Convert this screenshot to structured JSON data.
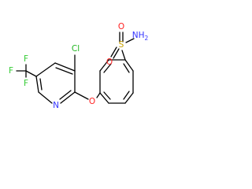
{
  "molecule": {
    "atoms": {
      "f_top": "F",
      "f_left": "F",
      "f_bottom": "F",
      "cl": "Cl",
      "n_ring": "N",
      "o_ether": "O",
      "s": "S",
      "o_top": "O",
      "o_bottom": "O",
      "nh2_n": "NH",
      "nh2_sub": "2"
    }
  },
  "colors": {
    "bond": "#000000",
    "fluorine": "#33cc33",
    "chlorine": "#1fb51f",
    "nitrogen": "#3333ff",
    "oxygen": "#ff2020",
    "sulfur": "#c8a000"
  }
}
